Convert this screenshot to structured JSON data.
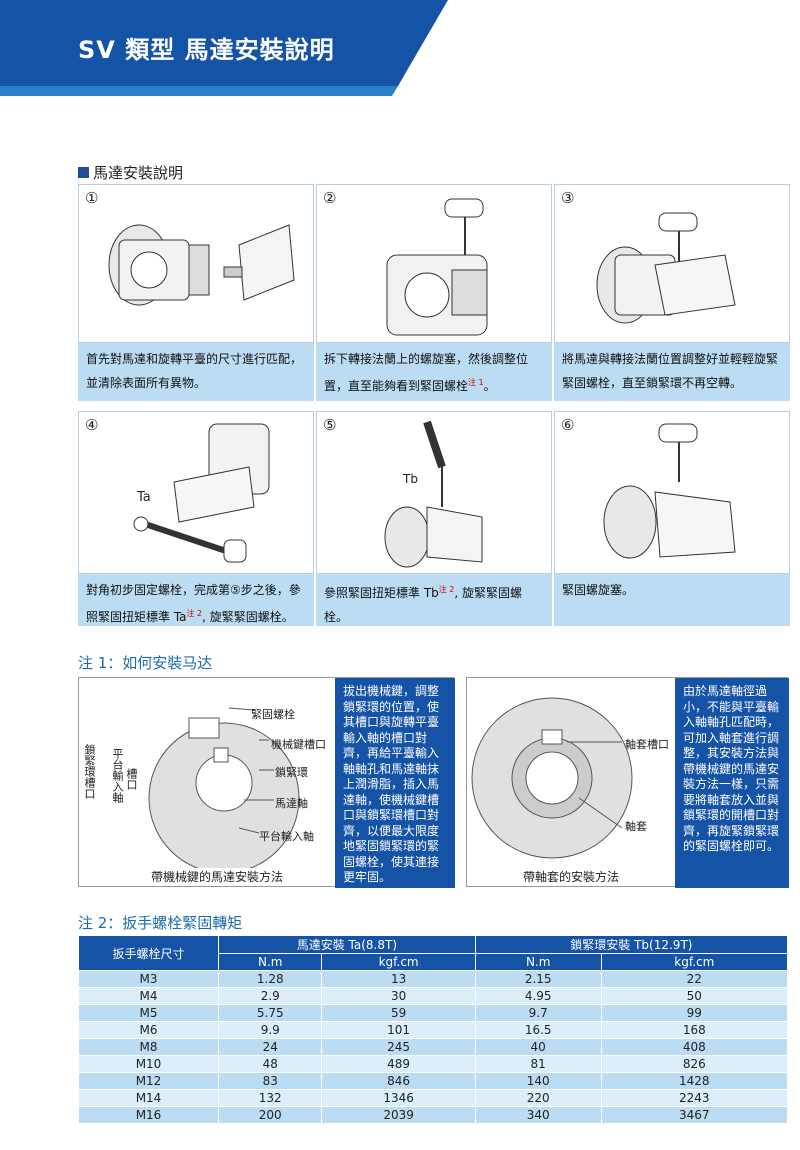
{
  "header": {
    "title": "SV 類型 馬達安裝說明"
  },
  "section": {
    "title": "馬達安裝說明"
  },
  "steps": [
    {
      "num": "①",
      "text": "首先對馬達和旋轉平臺的尺寸進行匹配，並清除表面所有異物。"
    },
    {
      "num": "②",
      "text": "拆下轉接法蘭上的螺旋塞，然後調整位置，直至能夠看到緊固螺栓",
      "sup": "注 1",
      "tail": "。"
    },
    {
      "num": "③",
      "text": "將馬達與轉接法蘭位置調整好並輕輕旋緊緊固螺栓，直至鎖緊環不再空轉。"
    },
    {
      "num": "④",
      "text": "對角初步固定螺栓，完成第⑤步之後，參照緊固扭矩標準 Ta",
      "sup": "注 2",
      "tail": ", 旋緊緊固螺栓。",
      "label": "Ta"
    },
    {
      "num": "⑤",
      "text": "參照緊固扭矩標準 Tb",
      "sup": "注 2",
      "tail": ", 旋緊緊固螺栓。",
      "label": "Tb"
    },
    {
      "num": "⑥",
      "text": "緊固螺旋塞。"
    }
  ],
  "note1": {
    "title": "注 1：如何安裝马达",
    "left": {
      "labels": [
        "緊固螺栓",
        "機械鍵槽口",
        "鎖緊環",
        "馬達軸",
        "平台輸入軸",
        "鎖緊環槽口",
        "平台輸入軸",
        "槽口"
      ],
      "caption": "帶機械鍵的馬達安裝方法",
      "desc": "拔出機械鍵，調整鎖緊環的位置，使其槽口與旋轉平臺輸入軸的槽口對齊，再給平臺輸入軸軸孔和馬達軸抹上潤滑脂，插入馬達軸，使機械鍵槽口與鎖緊環槽口對齊，以便最大限度地緊固鎖緊環的緊固螺栓，使其連接更牢固。"
    },
    "right": {
      "labels": [
        "軸套槽口",
        "軸套"
      ],
      "caption": "帶軸套的安裝方法",
      "desc": "由於馬達軸徑過小，不能與平臺輸入軸軸孔匹配時，可加入軸套進行調整，其安裝方法與帶機械鍵的馬達安裝方法一樣，只需要將軸套放入並與鎖緊環的開槽口對齊，再旋緊鎖緊環的緊固螺栓即可。"
    }
  },
  "note2": {
    "title": "注 2：扳手螺栓緊固轉矩",
    "col_bolt": "扳手螺栓尺寸",
    "group_a": "馬達安裝 Ta(8.8T)",
    "group_b": "鎖緊環安裝 Tb(12.9T)",
    "units": [
      "N.m",
      "kgf.cm",
      "N.m",
      "kgf.cm"
    ],
    "rows": [
      [
        "M3",
        "1.28",
        "13",
        "2.15",
        "22"
      ],
      [
        "M4",
        "2.9",
        "30",
        "4.95",
        "50"
      ],
      [
        "M5",
        "5.75",
        "59",
        "9.7",
        "99"
      ],
      [
        "M6",
        "9.9",
        "101",
        "16.5",
        "168"
      ],
      [
        "M8",
        "24",
        "245",
        "40",
        "408"
      ],
      [
        "M10",
        "48",
        "489",
        "81",
        "826"
      ],
      [
        "M12",
        "83",
        "846",
        "140",
        "1428"
      ],
      [
        "M14",
        "132",
        "1346",
        "220",
        "2243"
      ],
      [
        "M16",
        "200",
        "2039",
        "340",
        "3467"
      ]
    ]
  },
  "colors": {
    "brand": "#1553a6",
    "light": "#bcdcf3",
    "accent": "#1a6bb0"
  }
}
